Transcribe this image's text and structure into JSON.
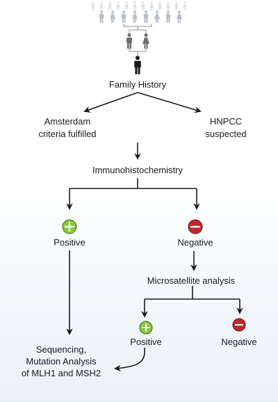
{
  "labels": {
    "family_history": "Family History",
    "amsterdam": "Amsterdam",
    "criteria_fulfilled": "criteria fulfilled",
    "hnpcc": "HNPCC",
    "suspected": "suspected",
    "ihc": "Immunohistochemistry",
    "positive_1": "Positive",
    "negative_1": "Negative",
    "msi": "Microsatellite analysis",
    "positive_2": "Positive",
    "negative_2": "Negative",
    "seq_line1": "Sequencing,",
    "seq_line2": "Mutation Analysis",
    "seq_line3": "of MLH1 and MSH2"
  },
  "colors": {
    "positive": "#8cc63f",
    "negative": "#c1272d",
    "line": "#1a1a1a",
    "person_dark": "#1a1a1a",
    "person_mid": "#6d6e70",
    "person_light": "#b9bfc6"
  },
  "icons": {
    "positive": "plus-circle-icon",
    "negative": "minus-circle-icon",
    "person": "person-icon"
  }
}
